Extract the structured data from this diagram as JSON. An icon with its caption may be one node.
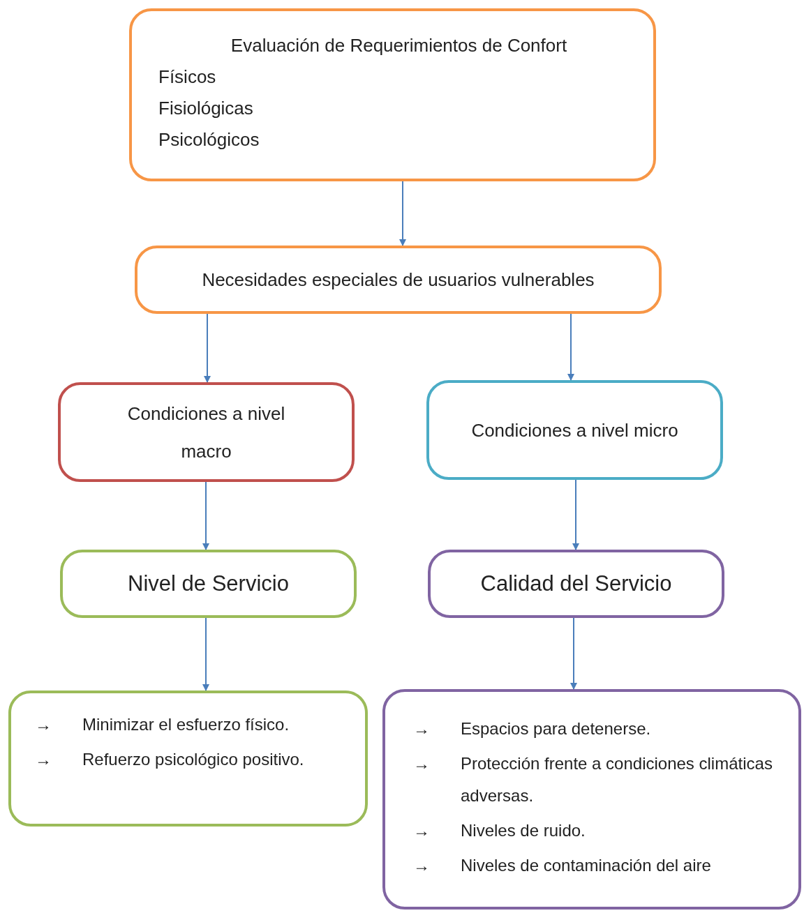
{
  "diagram": {
    "nodes": [
      {
        "text": [
          "Evaluación de Requerimientos de Confort",
          "Físicos",
          "Fisiológicas",
          "Psicológicos"
        ]
      },
      {
        "text": [
          "Necesidades especiales de usuarios vulnerables"
        ]
      },
      {
        "text": [
          "Condiciones a nivel macro"
        ]
      },
      {
        "text": [
          "Condiciones a nivel micro"
        ]
      },
      {
        "text": [
          "Nivel de Servicio"
        ]
      },
      {
        "text": [
          "Calidad del Servicio"
        ]
      },
      {
        "text": [
          "→",
          "Minimizar el esfuerzo físico.",
          "→",
          "Refuerzo psicológico positivo."
        ]
      },
      {
        "text": [
          "→",
          "Espacios para detenerse.",
          "→",
          "Protección frente a condiciones climáticas adversas.",
          "→",
          "Niveles de ruido.",
          "→",
          "Niveles de contaminación del aire"
        ]
      }
    ],
    "edges": [
      {
        "from": 0,
        "to": 1,
        "arrow": "to"
      },
      {
        "from": 1,
        "to": 2,
        "arrow": "to"
      },
      {
        "from": 1,
        "to": 3,
        "arrow": "to"
      },
      {
        "from": 2,
        "to": 4,
        "arrow": "to"
      },
      {
        "from": 3,
        "to": 5,
        "arrow": "to"
      },
      {
        "from": 4,
        "to": 6,
        "arrow": "to"
      },
      {
        "from": 5,
        "to": 7,
        "arrow": "to"
      }
    ]
  }
}
